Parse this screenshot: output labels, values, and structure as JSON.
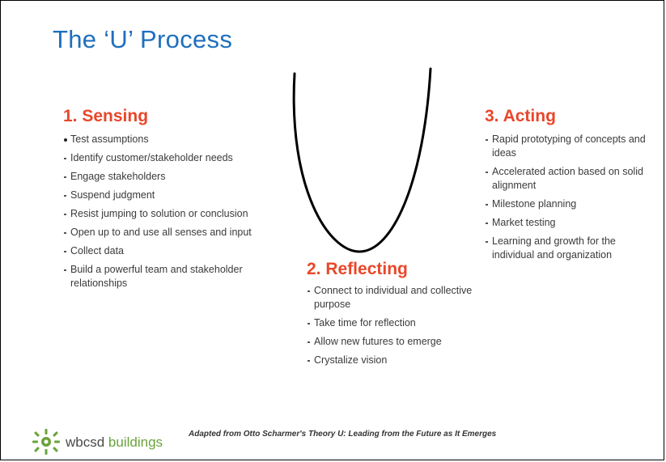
{
  "title": "The ‘U’ Process",
  "sensing": {
    "heading": "1. Sensing",
    "items": [
      "Test assumptions",
      "Identify customer/stakeholder needs",
      "Engage stakeholders",
      "Suspend judgment",
      "Resist jumping to solution or conclusion",
      "Open up to and use all senses and input",
      "Collect data",
      "Build a powerful team and stakeholder relationships"
    ]
  },
  "reflecting": {
    "heading": "2. Reflecting",
    "items": [
      "Connect to individual and collective purpose",
      "Take time for reflection",
      "Allow new futures to emerge",
      "Crystalize vision"
    ]
  },
  "acting": {
    "heading": "3. Acting",
    "items": [
      "Rapid prototyping of concepts and ideas",
      "Accelerated action based on solid alignment",
      "Milestone planning",
      "Market testing",
      "Learning and growth for the individual and organization"
    ]
  },
  "footer": {
    "credit": "Adapted from Otto Scharmer's Theory U: Leading from the Future as It Emerges",
    "logo_word1": "wbcsd",
    "logo_word2": "buildings"
  },
  "colors": {
    "title": "#1f6fbd",
    "heading": "#e8472a",
    "logo_green": "#6aa33a"
  },
  "icons": [
    "u-curve-icon",
    "wbcsd-logo-icon"
  ]
}
